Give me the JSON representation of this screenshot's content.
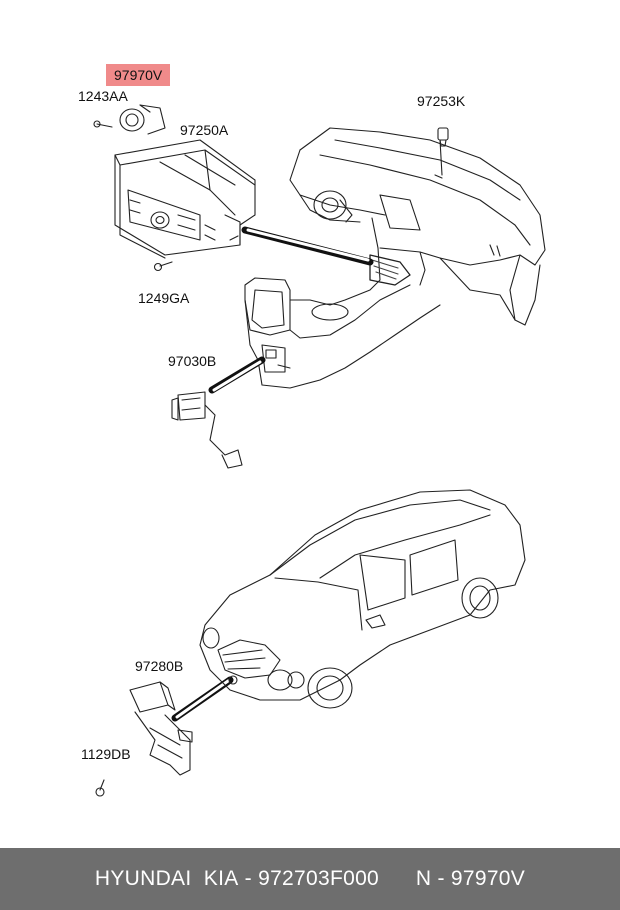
{
  "diagram": {
    "labels": {
      "p97970V": "97970V",
      "p1243AA": "1243AA",
      "p97250A": "97250A",
      "p97253K": "97253K",
      "p1249GA": "1249GA",
      "p97030B": "97030B",
      "p97280B": "97280B",
      "p1129DB": "1129DB"
    },
    "highlight_color": "#f08a8a"
  },
  "footer": {
    "brand": "HYUNDAI  KIA",
    "sep1": " - ",
    "part_number": "972703F000",
    "gap": "      ",
    "ref_prefix": "N - ",
    "ref_code": "97970V",
    "background": "#6e6e6e"
  }
}
